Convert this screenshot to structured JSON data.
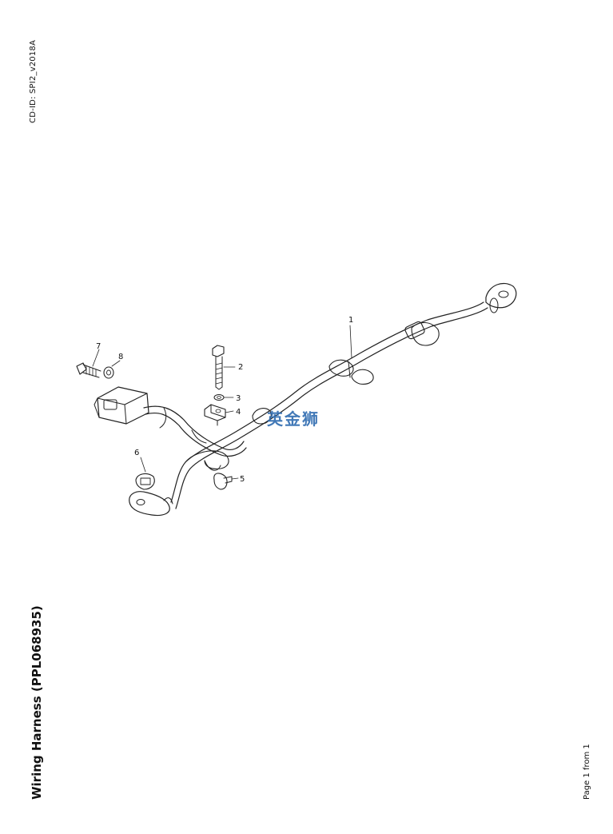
{
  "cd_id": "CD-ID: SPI2_v2018A",
  "title": "Wiring Harness (PPL068935)",
  "page_label": "Page 1 from 1",
  "watermark": "英金狮",
  "callouts": [
    "1",
    "2",
    "3",
    "4",
    "5",
    "6",
    "7",
    "8"
  ]
}
